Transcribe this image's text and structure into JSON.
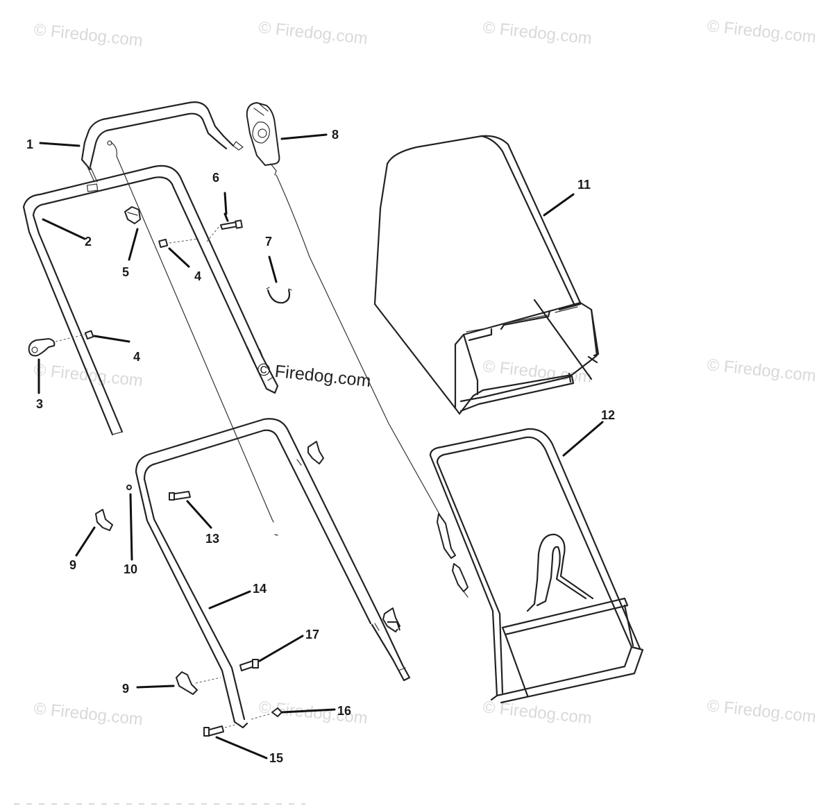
{
  "watermark": {
    "text": "© Firedog.com",
    "center_text": "© Firedog.com"
  },
  "callouts": [
    {
      "label": "1"
    },
    {
      "label": "2"
    },
    {
      "label": "3"
    },
    {
      "label": "4"
    },
    {
      "label": "4"
    },
    {
      "label": "5"
    },
    {
      "label": "6"
    },
    {
      "label": "7"
    },
    {
      "label": "8"
    },
    {
      "label": "9"
    },
    {
      "label": "9"
    },
    {
      "label": "10"
    },
    {
      "label": "11"
    },
    {
      "label": "12"
    },
    {
      "label": "13"
    },
    {
      "label": "14"
    },
    {
      "label": "15"
    },
    {
      "label": "16"
    },
    {
      "label": "17"
    }
  ],
  "colors": {
    "line": "#222222",
    "watermark": "#d9d9d9",
    "background": "#ffffff"
  }
}
